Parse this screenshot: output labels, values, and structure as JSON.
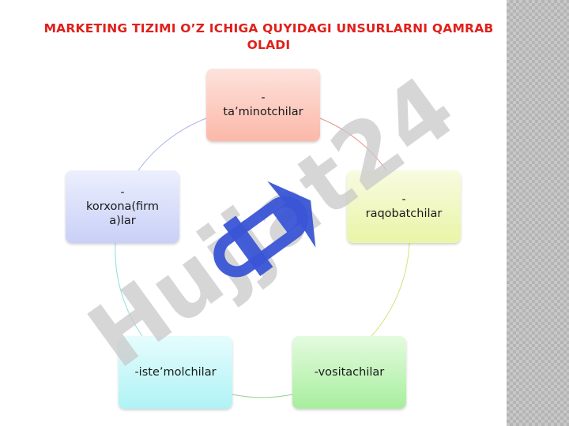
{
  "title": "MARKETING TIZIMI O’Z ICHIGA QUYIDAGI UNSURLARNI QAMRAB OLADI",
  "nodes": [
    {
      "id": "taminotchilar",
      "label": "-\nta’minotchilar",
      "color": "#fbb8a8"
    },
    {
      "id": "raqobatchilar",
      "label": "-\nraqobatchilar",
      "color": "#e9f5a6"
    },
    {
      "id": "vositachilar",
      "label": "-vositachilar",
      "color": "#a7ee9d"
    },
    {
      "id": "istemolchilar",
      "label": "-iste’molchilar",
      "color": "#aff3f5"
    },
    {
      "id": "korxona",
      "label": "-\nkorxona(firm\na)lar",
      "color": "#c9d0f7"
    }
  ],
  "watermark": {
    "text": "Hujjat24",
    "icon": "hujjat-logo-icon",
    "text_color": "#c8c8c8",
    "accent_color": "#7f5fd1",
    "logo_color": "#3a55d6"
  }
}
